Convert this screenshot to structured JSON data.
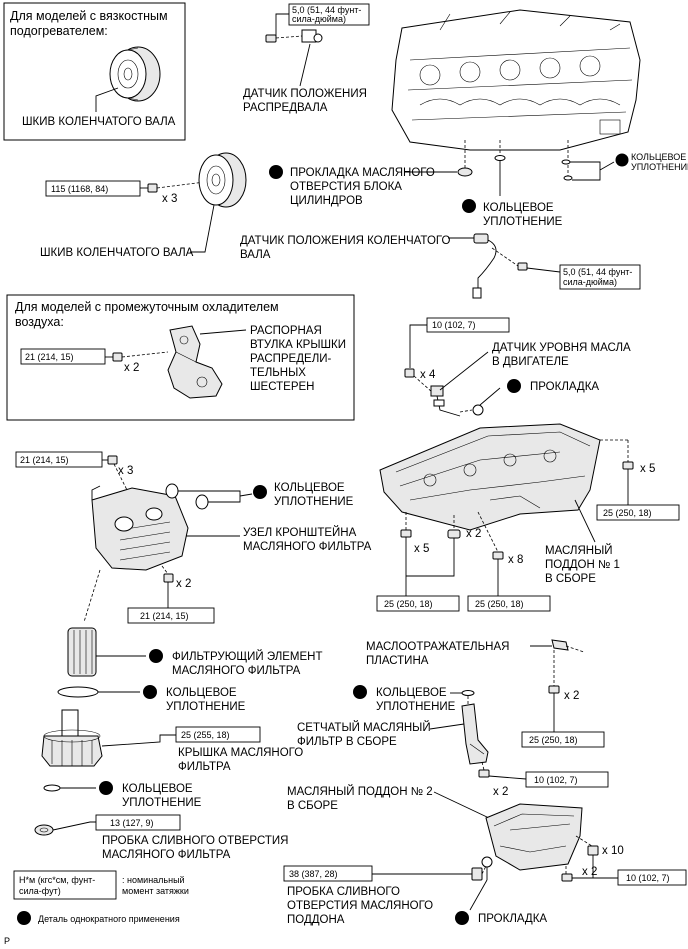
{
  "insets": {
    "viscous": {
      "title_l1": "Для моделей с вязкостным",
      "title_l2": "подогревателем:",
      "pulley_label": "ШКИВ КОЛЕНЧАТОГО ВАЛА"
    },
    "intercooler": {
      "title_l1": "Для моделей с промежуточным охладителем",
      "title_l2": "воздуха:",
      "torque": "21 (214, 15)",
      "count": "x 2",
      "spacer_l1": "РАСПОРНАЯ",
      "spacer_l2": "ВТУЛКА КРЫШКИ",
      "spacer_l3": "РАСПРЕДЕЛИ-",
      "spacer_l4": "ТЕЛЬНЫХ",
      "spacer_l5": "ШЕСТЕРЕН"
    }
  },
  "labels": {
    "cam_sensor_torque_l1": "5,0 (51, 44 фунт-",
    "cam_sensor_torque_l2": "сила-дюйма)",
    "cam_sensor_l1": "ДАТЧИК ПОЛОЖЕНИЯ",
    "cam_sensor_l2": "РАСПРЕДВАЛА",
    "block_oring_l1": "КОЛЬЦЕВОЕ",
    "block_oring_l2": "УПЛОТНЕНИЕ",
    "gasket_hole_l1": "ПРОКЛАДКА МАСЛЯНОГО",
    "gasket_hole_l2": "ОТВЕРСТИЯ БЛОКА",
    "gasket_hole_l3": "ЦИЛИНДРОВ",
    "oring_mid_l1": "КОЛЬЦЕВОЕ",
    "oring_mid_l2": "УПЛОТНЕНИЕ",
    "pulley_torque": "115 (1168, 84)",
    "pulley_count": "x 3",
    "pulley_label": "ШКИВ КОЛЕНЧАТОГО ВАЛА",
    "crank_sensor_l1": "ДАТЧИК ПОЛОЖЕНИЯ КОЛЕНЧАТОГО",
    "crank_sensor_l2": "ВАЛА",
    "crank_sensor_torque_l1": "5,0 (51, 44 фунт-",
    "crank_sensor_torque_l2": "сила-дюйма)",
    "level_torque": "10 (102, 7)",
    "level_count": "x 4",
    "level_sensor_l1": "ДАТЧИК УРОВНЯ МАСЛА",
    "level_sensor_l2": "В ДВИГАТЕЛЕ",
    "level_gasket": "ПРОКЛАДКА",
    "bracket_torque_top": "21 (214, 15)",
    "bracket_count_top": "x 3",
    "bracket_oring_l1": "КОЛЬЦЕВОЕ",
    "bracket_oring_l2": "УПЛОТНЕНИЕ",
    "bracket_l1": "УЗЕЛ КРОНШТЕЙНА",
    "bracket_l2": "МАСЛЯНОГО ФИЛЬТРА",
    "bracket_count_bottom": "x 2",
    "bracket_torque_bottom": "21 (214, 15)",
    "pan_count_right": "x 5",
    "pan_torque_right": "25 (250, 18)",
    "pan_count_a": "x 5",
    "pan_count_b": "x 2",
    "pan_count_c": "x 8",
    "pan_torque_left": "25 (250, 18)",
    "pan_torque_mid": "25 (250, 18)",
    "pan1_l1": "МАСЛЯНЫЙ",
    "pan1_l2": "ПОДДОН № 1",
    "pan1_l3": "В СБОРЕ",
    "element_l1": "ФИЛЬТРУЮЩИЙ ЭЛЕМЕНТ",
    "element_l2": "МАСЛЯНОГО ФИЛЬТРА",
    "cap_oring_l1": "КОЛЬЦЕВОЕ",
    "cap_oring_l2": "УПЛОТНЕНИЕ",
    "cap_torque": "25 (255, 18)",
    "cap_l1": "КРЫШКА МАСЛЯНОГО",
    "cap_l2": "ФИЛЬТРА",
    "drain_oring_l1": "КОЛЬЦЕВОЕ",
    "drain_oring_l2": "УПЛОТНЕНИЕ",
    "drain_torque": "13 (127, 9)",
    "drain_l1": "ПРОБКА СЛИВНОГО ОТВЕРСТИЯ",
    "drain_l2": "МАСЛЯНОГО ФИЛЬТРА",
    "baffle_l1": "МАСЛООТРАЖАТЕЛЬНАЯ",
    "baffle_l2": "ПЛАСТИНА",
    "baffle_count": "x 2",
    "strainer_oring_l1": "КОЛЬЦЕВОЕ",
    "strainer_oring_l2": "УПЛОТНЕНИЕ",
    "baffle_torque": "25 (250, 18)",
    "strainer_l1": "СЕТЧАТЫЙ МАСЛЯНЫЙ",
    "strainer_l2": "ФИЛЬТР В СБОРЕ",
    "strainer_count": "x 2",
    "strainer_torque": "10 (102, 7)",
    "pan2_l1": "МАСЛЯНЫЙ ПОДДОН № 2",
    "pan2_l2": "В СБОРЕ",
    "pan2_count_a": "x 10",
    "pan2_count_b": "x 2",
    "pan2_torque": "10 (102, 7)",
    "pan_plug_torque": "38 (387, 28)",
    "pan_plug_l1": "ПРОБКА СЛИВНОГО",
    "pan_plug_l2": "ОТВЕРСТИЯ МАСЛЯНОГО",
    "pan_plug_l3": "ПОДДОНА",
    "pan_plug_gasket": "ПРОКЛАДКА"
  },
  "legend": {
    "unit_l1": "Н*м (кгс*см, фунт-",
    "unit_l2": "сила-фут)",
    "unit_desc_l1": ": номинальный",
    "unit_desc_l2": "момент затяжки",
    "single_use": "Деталь однократного применения"
  },
  "corner_mark": "P"
}
